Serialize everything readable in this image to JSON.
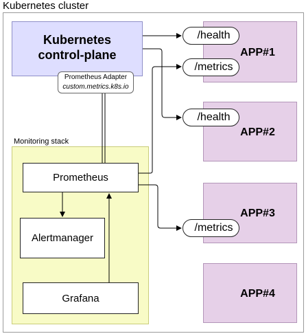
{
  "cluster": {
    "title": "Kubernetes cluster"
  },
  "control_plane": {
    "line1": "Kubernetes",
    "line2": "control-plane"
  },
  "adapter": {
    "name": "Prometheus Adapter",
    "api": "custom.metrics.k8s.io"
  },
  "monitoring": {
    "title": "Monitoring stack",
    "prometheus": "Prometheus",
    "alertmanager": "Alertmanager",
    "grafana": "Grafana"
  },
  "apps": [
    {
      "label": "APP#1"
    },
    {
      "label": "APP#2"
    },
    {
      "label": "APP#3"
    },
    {
      "label": "APP#4"
    }
  ],
  "endpoints": {
    "app1_health": "/health",
    "app1_metrics": "/metrics",
    "app2_health": "/health",
    "app3_metrics": "/metrics"
  },
  "colors": {
    "control_plane_fill": "#dedeff",
    "monitoring_fill": "#f8fbc6",
    "app_fill": "#e6d0e8"
  }
}
